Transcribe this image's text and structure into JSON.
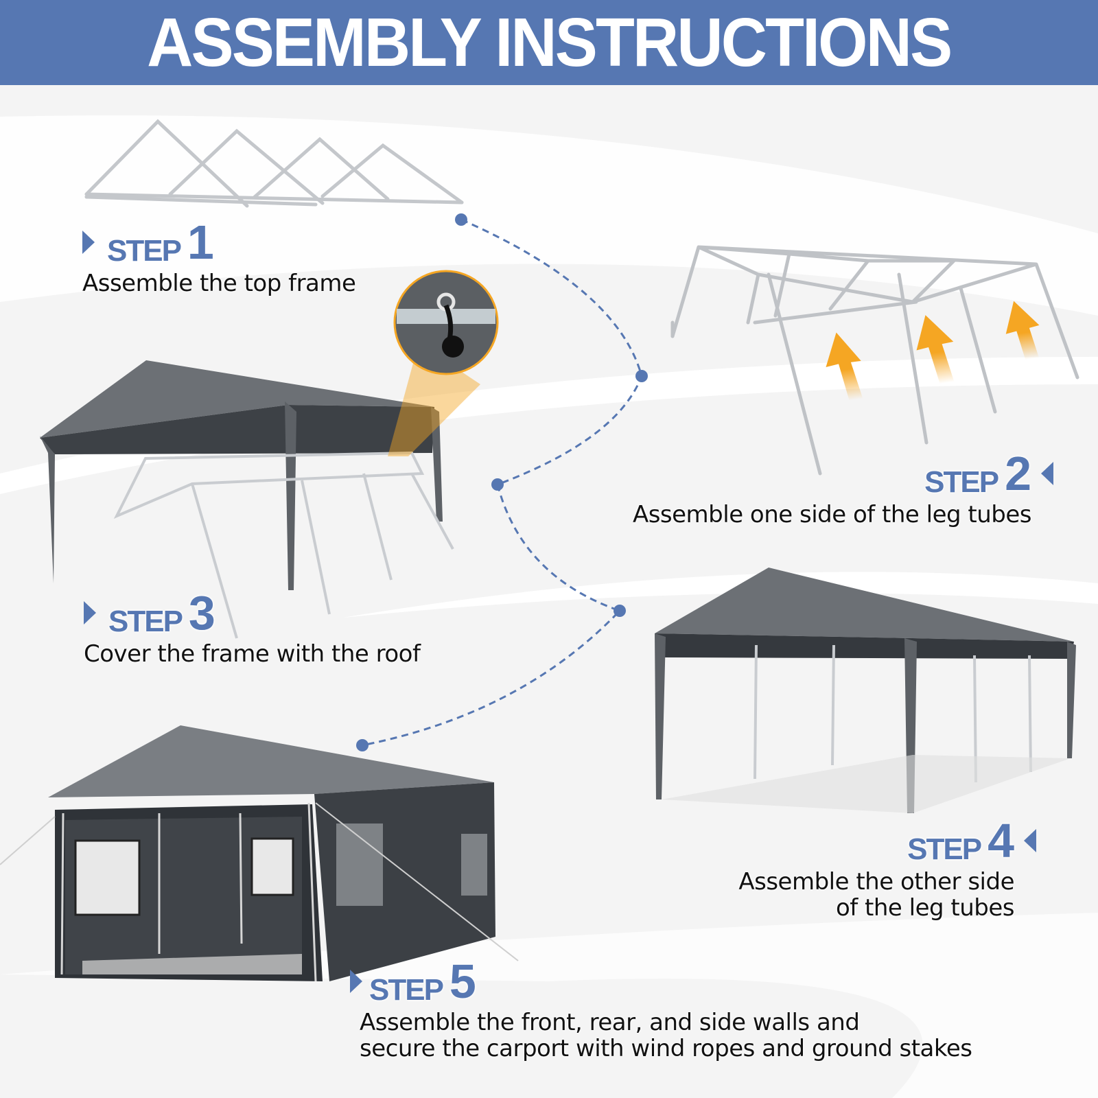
{
  "header": {
    "title": "ASSEMBLY INSTRUCTIONS"
  },
  "colors": {
    "accent": "#5677b2",
    "arrow": "#f5a623",
    "tent": "#6b6f74",
    "frame": "#c9ccd0"
  },
  "steps": [
    {
      "label": "STEP",
      "number": "1",
      "description": "Assemble the top frame",
      "image": "top-frame-illustration"
    },
    {
      "label": "STEP",
      "number": "2",
      "description": "Assemble one side of the leg tubes",
      "image": "frame-with-legs-illustration"
    },
    {
      "label": "STEP",
      "number": "3",
      "description": "Cover the frame with the roof",
      "image": "roof-cover-illustration",
      "detail": "bungee-ball-closeup"
    },
    {
      "label": "STEP",
      "number": "4",
      "description_line1": "Assemble the other side",
      "description_line2": "of the leg tubes",
      "image": "carport-illustration"
    },
    {
      "label": "STEP",
      "number": "5",
      "description_line1": "Assemble the front, rear, and side walls and",
      "description_line2": "secure the carport with wind ropes and ground stakes",
      "image": "enclosed-carport-illustration"
    }
  ]
}
